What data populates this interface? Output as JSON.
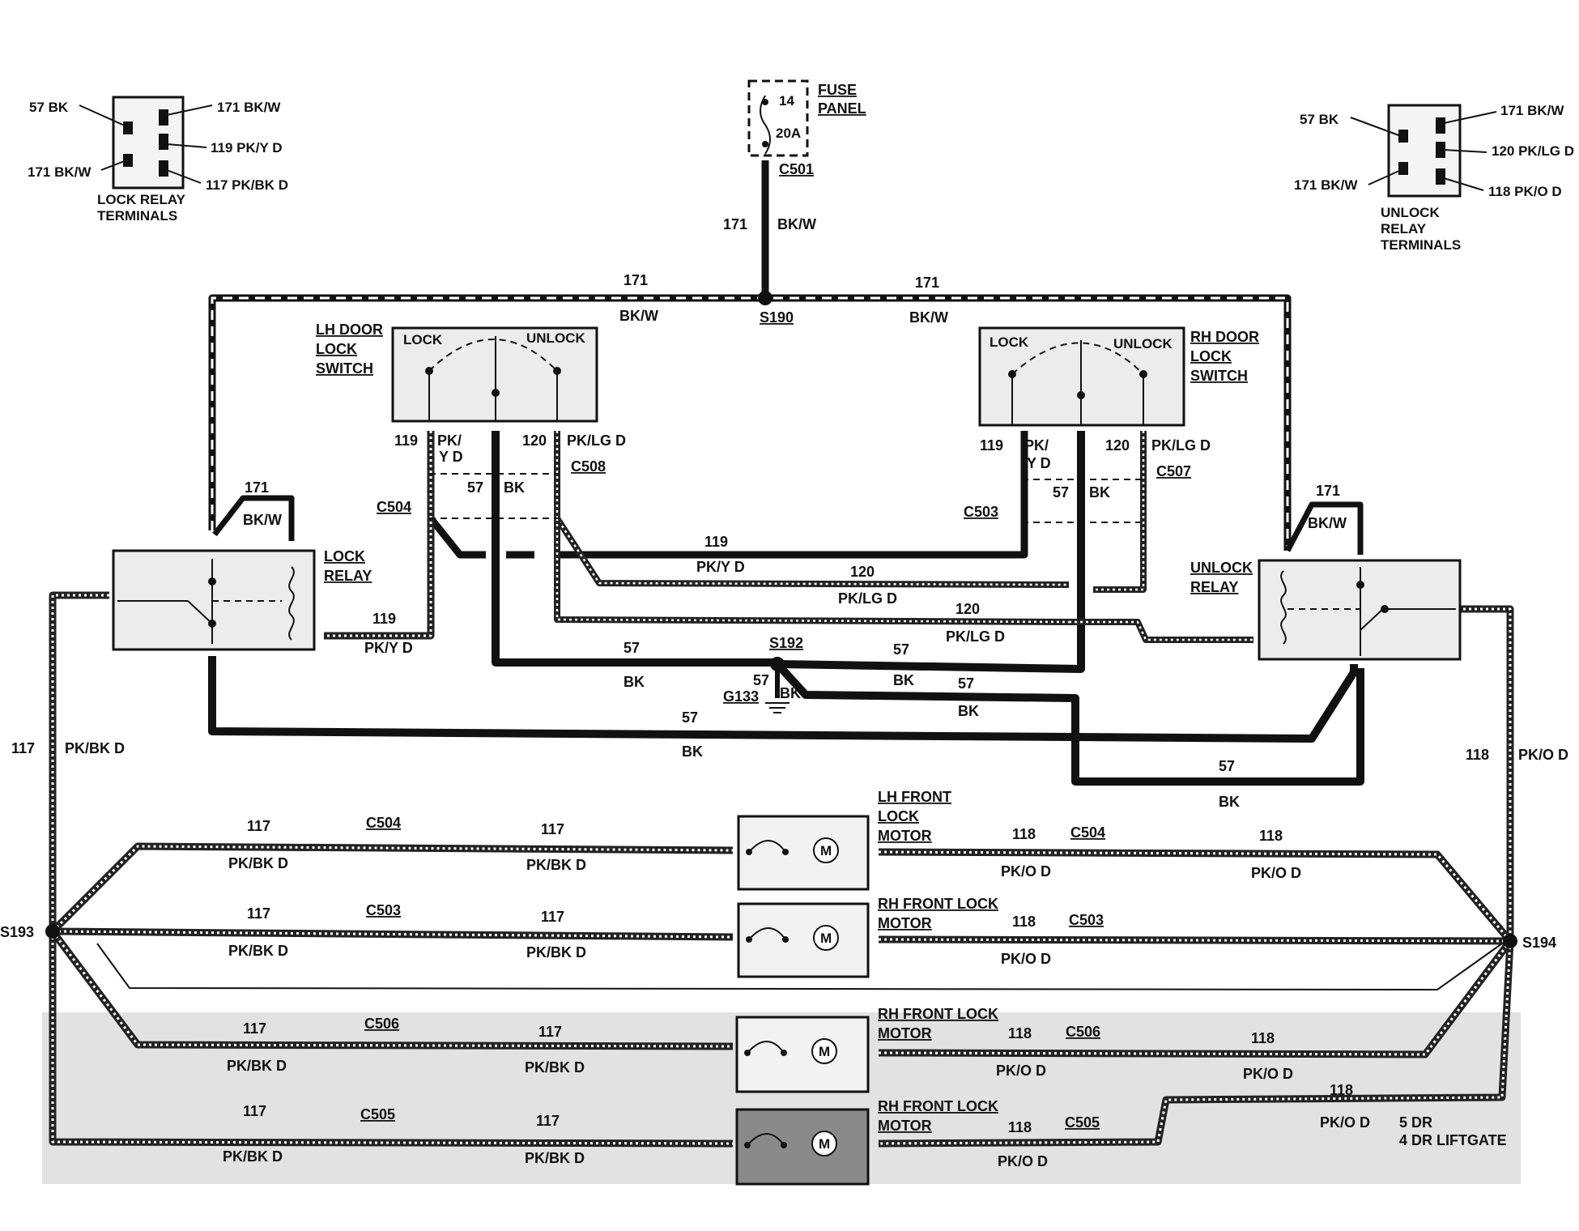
{
  "lock_relay_terminals": {
    "title_1": "LOCK RELAY",
    "title_2": "TERMINALS",
    "pins": [
      "57 BK",
      "171 BK/W",
      "171 BK/W",
      "119 PK/Y D",
      "117 PK/BK D"
    ]
  },
  "unlock_relay_terminals": {
    "title_1": "UNLOCK",
    "title_2": "RELAY",
    "title_3": "TERMINALS",
    "pins": [
      "57 BK",
      "171 BK/W",
      "171 BK/W",
      "120 PK/LG D",
      "118 PK/O D"
    ]
  },
  "fuse_panel": {
    "label_1": "FUSE",
    "label_2": "PANEL",
    "fuse_number": "14",
    "rating": "20A",
    "connector": "C501"
  },
  "lh_switch": {
    "label_1": "LH DOOR",
    "label_2": "LOCK",
    "label_3": "SWITCH",
    "lock": "LOCK",
    "unlock": "UNLOCK"
  },
  "rh_switch": {
    "label_1": "RH DOOR",
    "label_2": "LOCK",
    "label_3": "SWITCH",
    "lock": "LOCK",
    "unlock": "UNLOCK"
  },
  "lock_relay": {
    "label_1": "LOCK",
    "label_2": "RELAY"
  },
  "unlock_relay": {
    "label_1": "UNLOCK",
    "label_2": "RELAY"
  },
  "splices": {
    "s190": "S190",
    "s192": "S192",
    "s193": "S193",
    "s194": "S194",
    "g133": "G133"
  },
  "connectors": {
    "c504": "C504",
    "c508": "C508",
    "c503": "C503",
    "c507": "C507",
    "c506": "C506",
    "c505": "C505"
  },
  "wires": {
    "w171": "171",
    "bkw": "BK/W",
    "w119": "119",
    "pky": "PK/Y D",
    "pk_": "PK/",
    "yd": "Y D",
    "w120": "120",
    "pklg": "PK/LG D",
    "w57": "57",
    "bk": "BK",
    "w117": "117",
    "pkbk": "PK/BK D",
    "w118": "118",
    "pko": "PK/O D"
  },
  "motors": {
    "m1_1": "LH FRONT",
    "m1_2": "LOCK",
    "m1_3": "MOTOR",
    "m2_1": "RH FRONT LOCK",
    "m2_2": "MOTOR",
    "m3_1": "RH FRONT LOCK",
    "m3_2": "MOTOR",
    "m4_1": "RH FRONT LOCK",
    "m4_2": "MOTOR",
    "symbol": "M"
  },
  "liftgate_note": {
    "line_1": "5 DR",
    "line_2": "4 DR LIFTGATE"
  },
  "colors": {
    "wire": "#111111",
    "shade": "#d9d9d9",
    "background": "#ffffff"
  }
}
